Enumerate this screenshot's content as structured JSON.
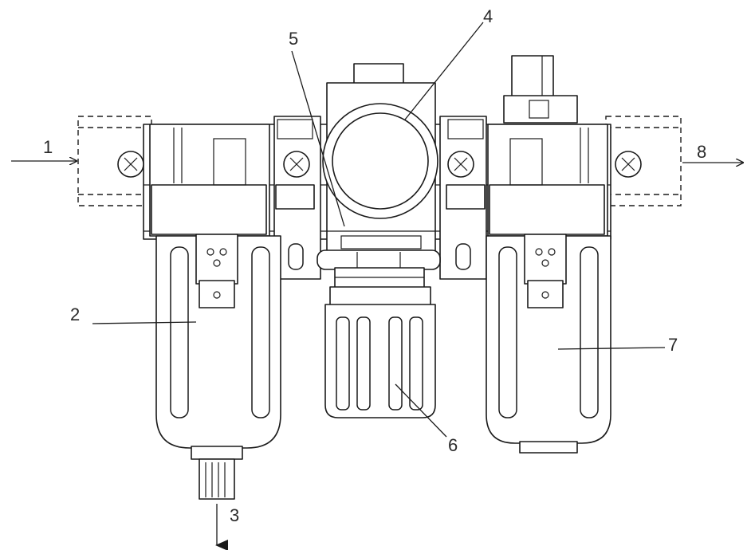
{
  "labels": {
    "inlet": "1",
    "filter_bowl": "2",
    "drain": "3",
    "pressure_gauge": "4",
    "regulator_body": "5",
    "adjust_knob": "6",
    "lubricator_bowl": "7",
    "outlet": "8"
  },
  "colors": {
    "line": "#1a1a1a",
    "text": "#2a2a2a",
    "background": "#ffffff"
  }
}
